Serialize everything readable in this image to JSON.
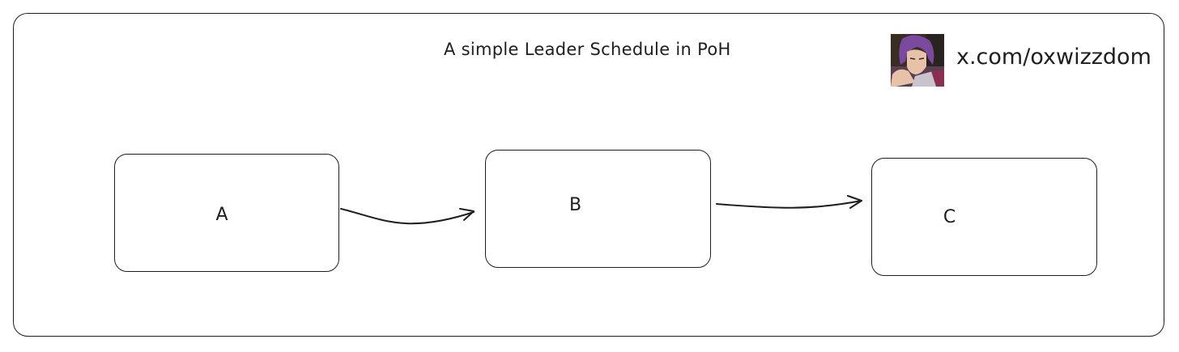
{
  "diagram": {
    "title": "A simple Leader Schedule in PoH",
    "handle": "x.com/oxwizzdom",
    "nodes": [
      {
        "id": "a",
        "label": "A"
      },
      {
        "id": "b",
        "label": "B"
      },
      {
        "id": "c",
        "label": "C"
      }
    ],
    "edges": [
      {
        "from": "A",
        "to": "B"
      },
      {
        "from": "B",
        "to": "C"
      }
    ]
  },
  "colors": {
    "stroke": "#1e1e1e",
    "avatar_hair": "#7b4a9e",
    "avatar_bg": "#3a2e24"
  },
  "icons": {
    "avatar": "anime-character-avatar-icon"
  }
}
